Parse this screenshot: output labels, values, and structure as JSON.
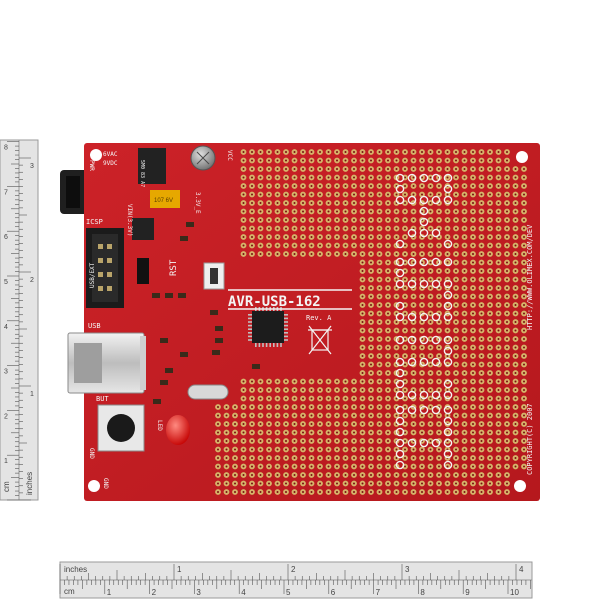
{
  "board": {
    "title": "AVR-USB-162",
    "revision": "Rev. A",
    "url": "HTTP://WWW.OLIMEX.COM/DEV",
    "copyright": "COPYRIGHT(C) 2007",
    "power_label": "PWR",
    "power_spec_1": "6VAC",
    "power_spec_2": "9VDC",
    "icsp_label": "ICSP",
    "usb_label": "USB",
    "usb_ext_label": "USB/EXT",
    "vin_label": "VIN(3.3V)",
    "rst_label": "RST",
    "but_label": "BUT",
    "led_label": "LED",
    "gnd_label": "GND",
    "vcc_label": "VCC",
    "v33_label": "3.3V_E",
    "regulator_text": "5M0 83 A7",
    "cap_text": "107 6V"
  },
  "rulers": {
    "horizontal_top_unit": "inches",
    "horizontal_bottom_unit": "cm",
    "vertical_left_unit": "cm",
    "vertical_right_unit": "inches",
    "inch_ticks": [
      "1",
      "2",
      "3",
      "4"
    ],
    "cm_ticks": [
      "1",
      "2",
      "3",
      "4",
      "5",
      "6",
      "7",
      "8",
      "9",
      "10"
    ],
    "vertical_cm_ticks": [
      "1",
      "2",
      "3",
      "4",
      "5",
      "6",
      "7",
      "8"
    ],
    "vertical_inch_ticks": [
      "1",
      "2",
      "3"
    ]
  },
  "colors": {
    "pcb": "#c41e24",
    "pad": "#d6b46a",
    "silk": "#f2f2f2",
    "ruler": "#e4e4e4"
  }
}
